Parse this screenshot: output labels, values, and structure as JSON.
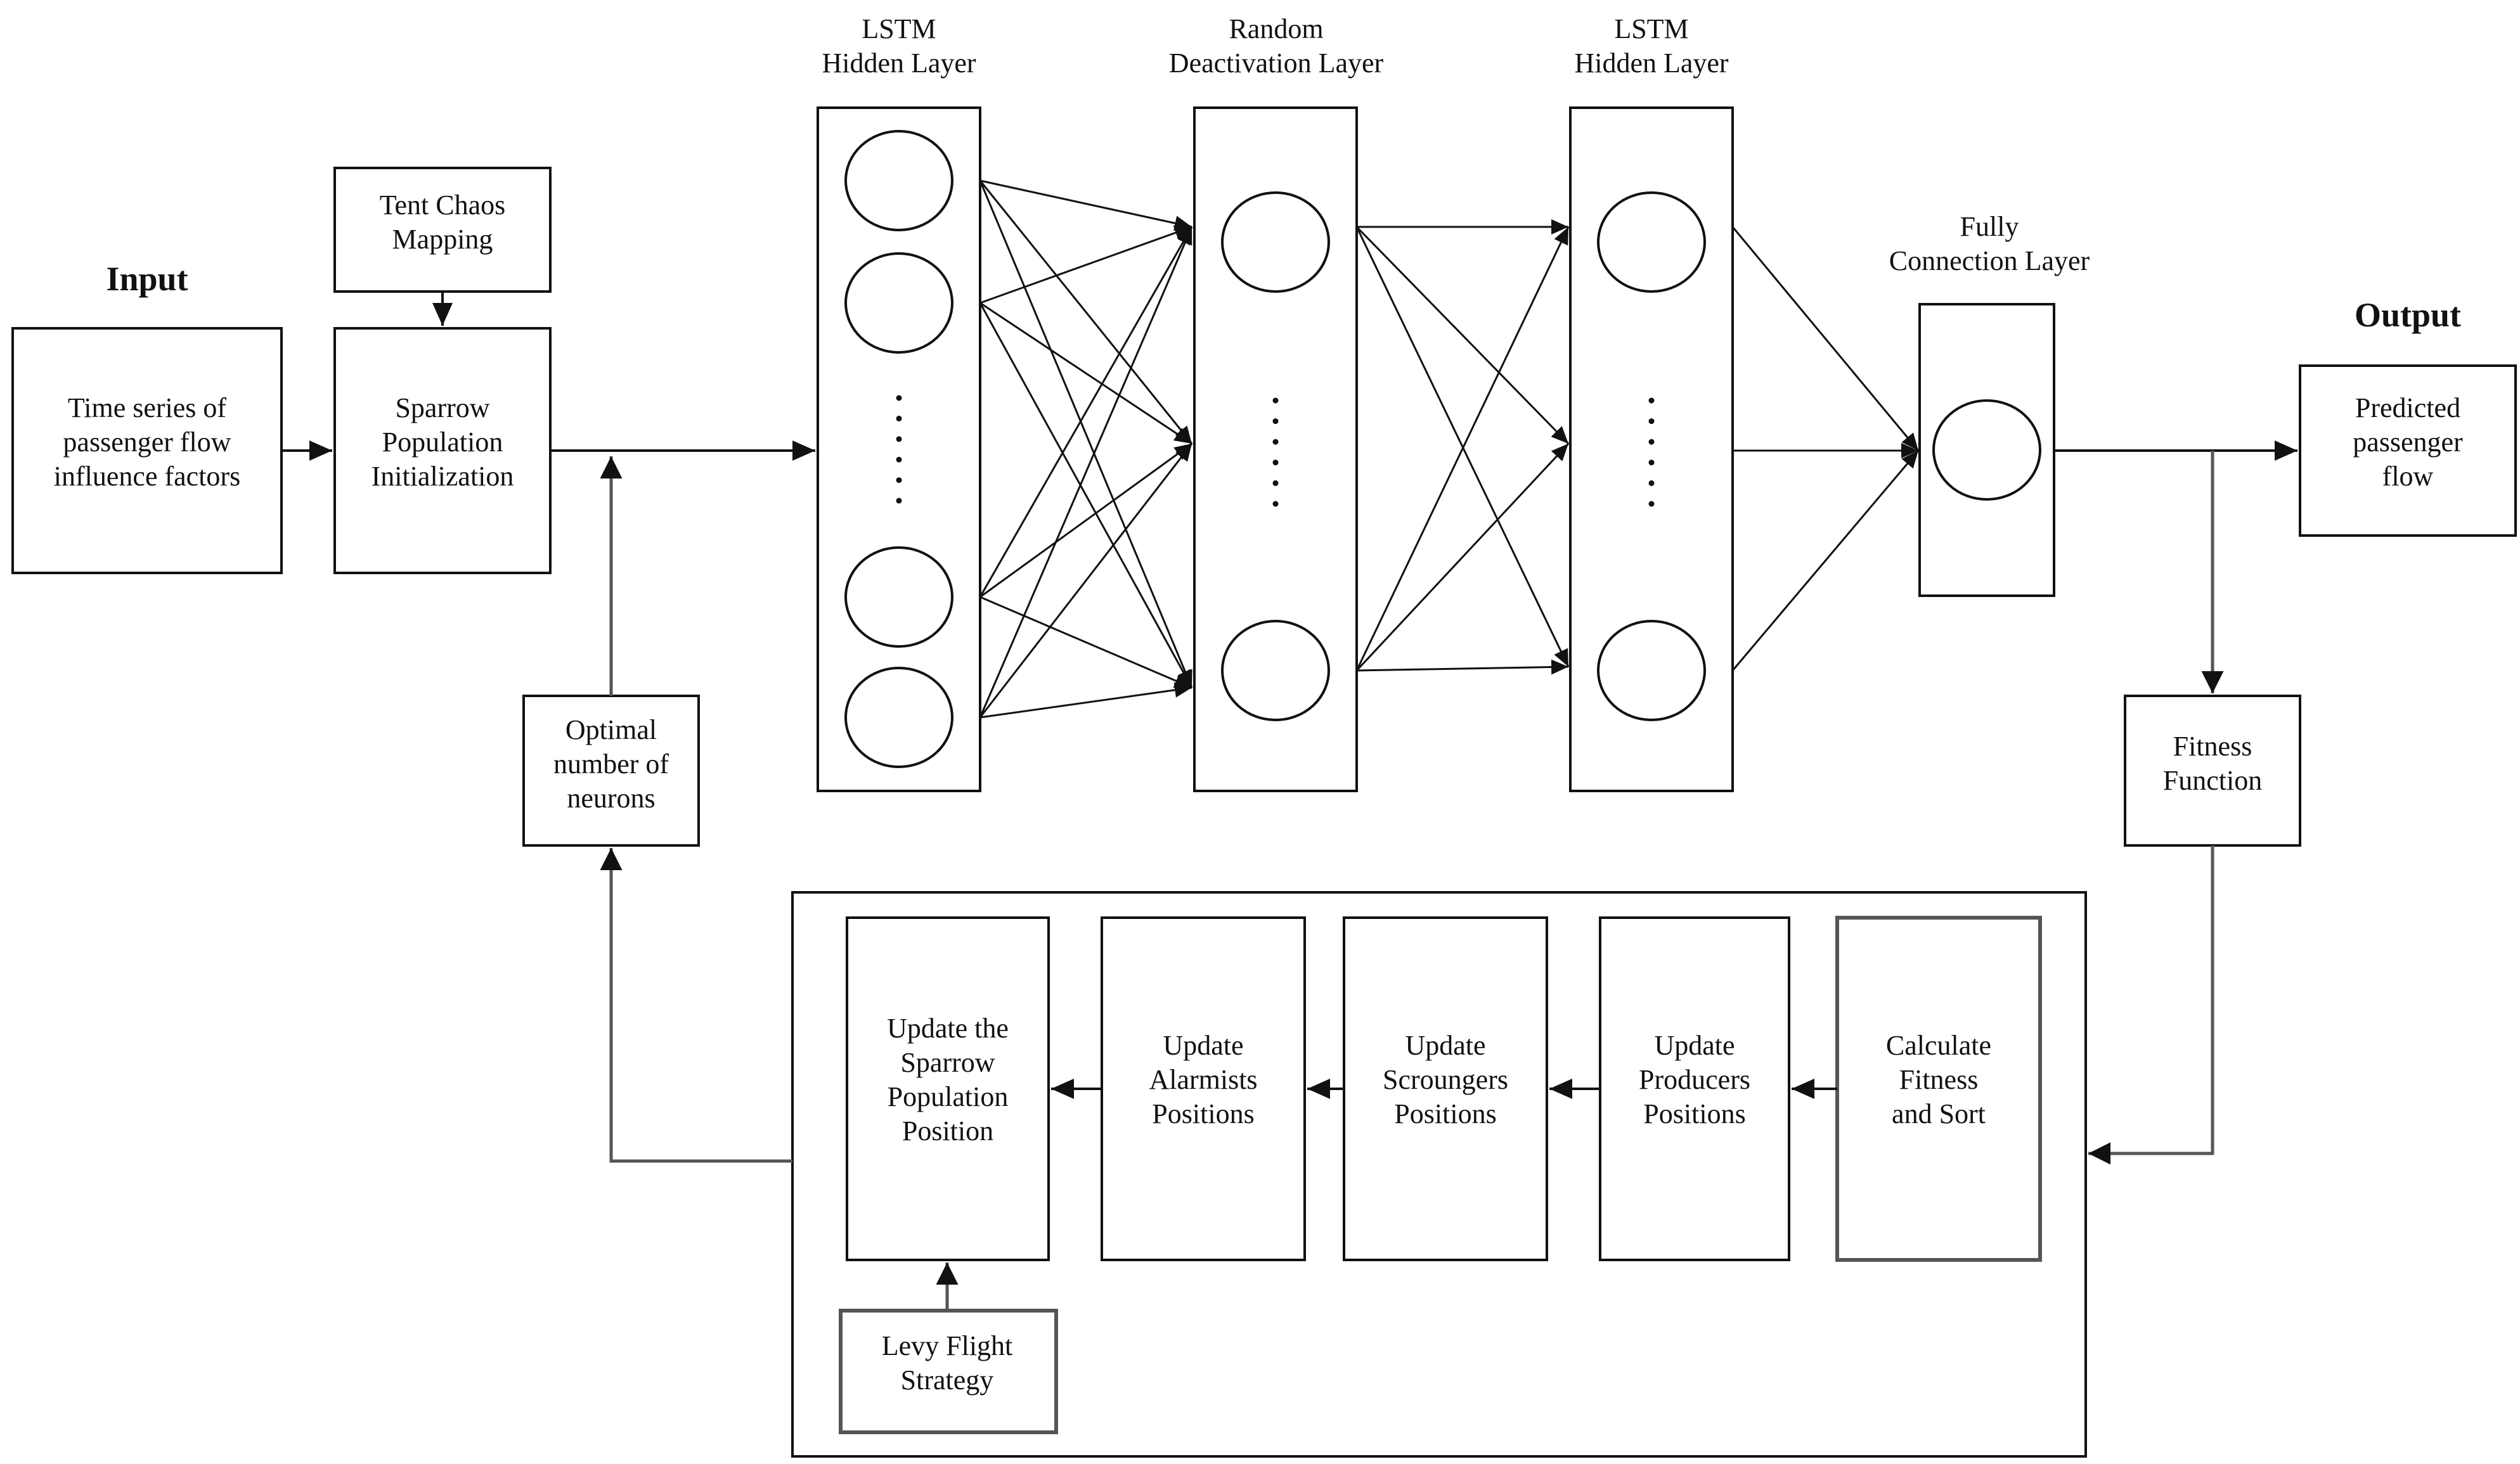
{
  "input_heading": "Input",
  "output_heading": "Output",
  "boxes": {
    "time_series": [
      "Time series of",
      "passenger flow",
      "influence factors"
    ],
    "tent_chaos": [
      "Tent Chaos",
      "Mapping"
    ],
    "sparrow_init": [
      "Sparrow",
      "Population",
      "Initialization"
    ],
    "optimal_neurons": [
      "Optimal",
      "number of",
      "neurons"
    ],
    "predicted": [
      "Predicted",
      "passenger",
      "flow"
    ],
    "fitness_function": [
      "Fitness",
      "Function"
    ],
    "update_population": [
      "Update the",
      "Sparrow",
      "Population",
      "Position"
    ],
    "update_alarmists": [
      "Update",
      "Alarmists",
      "Positions"
    ],
    "update_scroungers": [
      "Update",
      "Scroungers",
      "Positions"
    ],
    "update_producers": [
      "Update",
      "Producers",
      "Positions"
    ],
    "calculate_fitness": [
      "Calculate",
      "Fitness",
      "and Sort"
    ],
    "levy_flight": [
      "Levy Flight",
      "Strategy"
    ]
  },
  "layers": {
    "lstm1": [
      "LSTM",
      "Hidden Layer"
    ],
    "dropout": [
      "Random",
      "Deactivation Layer"
    ],
    "lstm2": [
      "LSTM",
      "Hidden Layer"
    ],
    "dense": [
      "Fully",
      "Connection Layer"
    ]
  },
  "layer_neurons": {
    "lstm1": {
      "shown": 4,
      "has_ellipsis": true
    },
    "dropout": {
      "shown": 2,
      "has_ellipsis": true
    },
    "lstm2": {
      "shown": 2,
      "has_ellipsis": true
    },
    "dense": {
      "shown": 1,
      "has_ellipsis": false
    }
  },
  "connectivity": "fully-connected"
}
